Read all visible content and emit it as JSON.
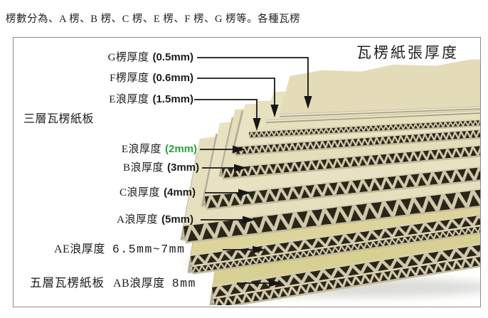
{
  "header": {
    "text": "楞數分為、A 楞、B 楞、C 楞、E 楞、F 楞、G 楞等。各種瓦楞"
  },
  "diagram": {
    "title": "瓦楞紙張厚度",
    "colors": {
      "highlight_green": "#2da03c",
      "text": "#1c1c1c",
      "box_border": "#8a8a8a",
      "cardboard_face": "#e8e1c0",
      "flute_dark": "#2b2517",
      "flute_wall": "#d0c9ac"
    },
    "labels": [
      {
        "id": "g-flute",
        "label": "G楞厚度",
        "value": "(0.5mm)"
      },
      {
        "id": "f-flute",
        "label": "F楞厚度",
        "value": "(0.6mm)"
      },
      {
        "id": "e-flute-15",
        "label": "E浪厚度",
        "value": "(1.5mm)"
      },
      {
        "id": "three-layer",
        "label": "三層瓦楞紙板",
        "value": ""
      },
      {
        "id": "e-flute-2",
        "label": "E浪厚度",
        "value": "(2mm)",
        "value_color": "#2da03c"
      },
      {
        "id": "b-flute",
        "label": "B浪厚度",
        "value": "(3mm)"
      },
      {
        "id": "c-flute",
        "label": "C浪厚度",
        "value": "(4mm)"
      },
      {
        "id": "a-flute",
        "label": "A浪厚度",
        "value": "(5mm)"
      },
      {
        "id": "ae-flute",
        "label": "AE浪厚度",
        "value": "6.5mm~7mm"
      },
      {
        "id": "ab-flute",
        "prefix": "五層瓦楞紙板",
        "label": "AB浪厚度",
        "value": "8mm"
      }
    ]
  }
}
